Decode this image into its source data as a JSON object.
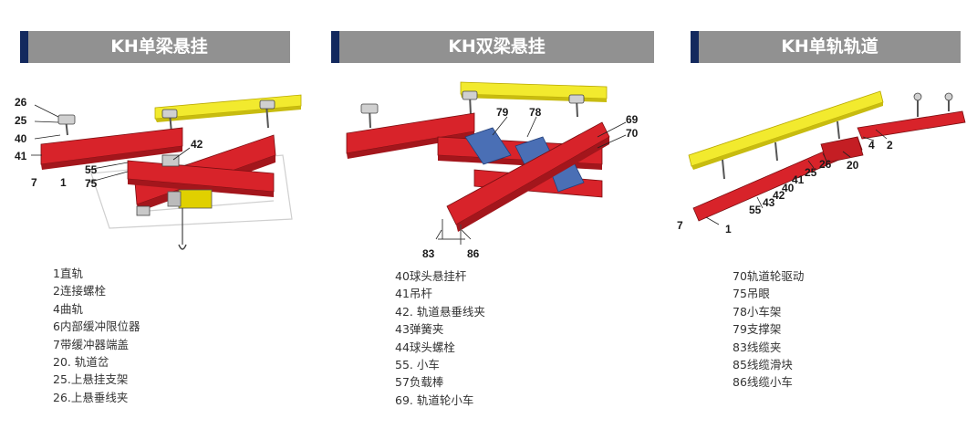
{
  "panels": [
    {
      "title": "KH单梁悬挂",
      "callouts": [
        "26",
        "25",
        "40",
        "41",
        "7",
        "1",
        "55",
        "75",
        "42"
      ],
      "legend": [
        "1直轨",
        "2连接螺栓",
        "4曲轨",
        "6内部缓冲限位器",
        "7带缓冲器端盖",
        "20. 轨道岔",
        "25.上悬挂支架",
        "26.上悬垂线夹"
      ]
    },
    {
      "title": "KH双梁悬挂",
      "callouts": [
        "79",
        "78",
        "69",
        "70",
        "83",
        "86"
      ],
      "legend": [
        "40球头悬挂杆",
        "41吊杆",
        "42. 轨道悬垂线夹",
        "43弹簧夹",
        "44球头螺栓",
        "55. 小车",
        "57负载棒",
        "69. 轨道轮小车"
      ]
    },
    {
      "title": "KH单轨轨道",
      "callouts": [
        "4",
        "2",
        "20",
        "26",
        "25",
        "41",
        "40",
        "42",
        "43",
        "55",
        "7",
        "1"
      ],
      "legend": [
        "70轨道轮驱动",
        "75吊眼",
        "78小车架",
        "79支撑架",
        "83线缆夹",
        "85线缆滑块",
        "86线缆小车"
      ]
    }
  ],
  "colors": {
    "header_bg": "#919191",
    "header_accent": "#13295e",
    "rail_red": "#d8232a",
    "beam_yellow": "#f2ea2e",
    "bracket_blue": "#4a6fb5"
  }
}
